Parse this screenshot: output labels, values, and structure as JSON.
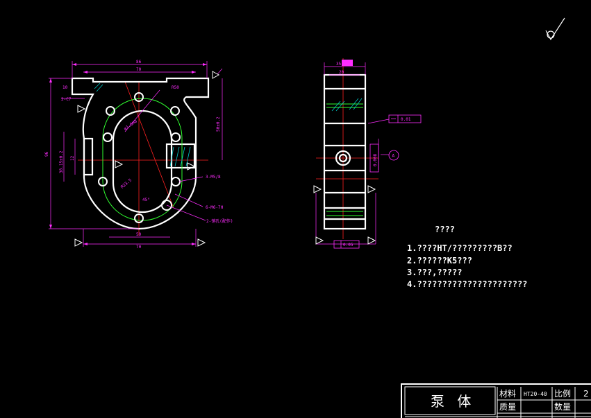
{
  "drawing": {
    "front_view_dims": {
      "overall_width": "86",
      "inner_width": "70",
      "radius_top": "R50",
      "left_small": "10",
      "left_note": "2-C7",
      "angle_note": "φ1.6H8",
      "vertical_right": "50±0.2",
      "overall_height": "96",
      "left_height": "38.15±0.2",
      "left_small_v": "12",
      "hole_note_1": "3-M5/8",
      "hole_note_2": "6-M6-7H",
      "hole_note_3": "2-销孔(配作)",
      "bottom_inner": "50",
      "bottom_outer": "70",
      "r_label": "R23.5",
      "deg_label": "45°"
    },
    "side_view_dims": {
      "top_width": "35",
      "inner_width": "20",
      "flatness": "0.01",
      "perp": "0.008",
      "datum": "A",
      "parallel": "0.05"
    },
    "tech_requirements": {
      "title": "????",
      "lines": [
        "1.????HT/?????????B??",
        "2.??????K5???",
        "3.???,?????",
        "4.??????????????????????"
      ]
    },
    "title_block": {
      "part_name": "泵 体",
      "material_label": "材料",
      "material_value": "HT20-40",
      "scale_label": "比例",
      "scale_value": "2",
      "mass_label": "质量",
      "quantity_label": "数量"
    }
  },
  "colors": {
    "outline": "#ffffff",
    "dimension": "#ff2dff",
    "centerline": "#ff2020",
    "hatch": "#00c8c8",
    "thread": "#30ff30"
  }
}
